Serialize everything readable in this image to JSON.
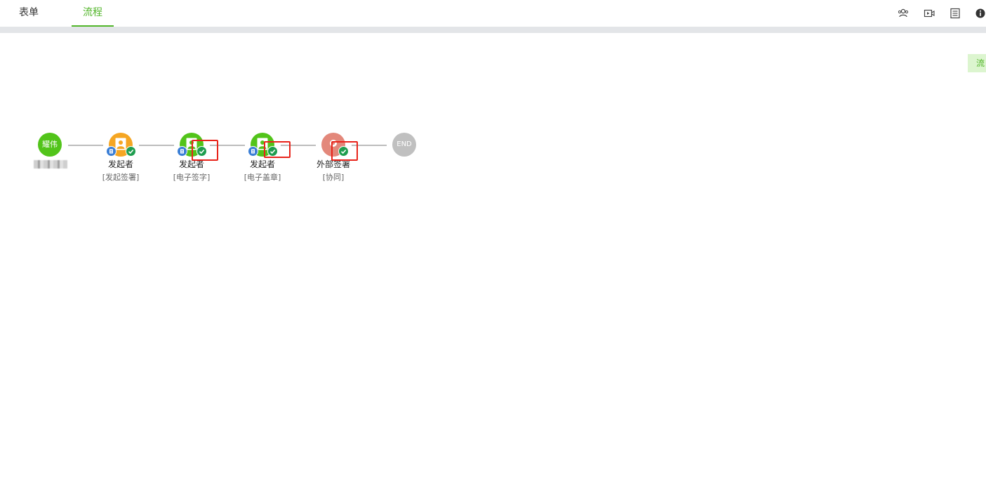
{
  "tabs": [
    {
      "label": "表单",
      "active": false
    },
    {
      "label": "流程",
      "active": true
    }
  ],
  "toolbar_icons": [
    "users-icon",
    "video-icon",
    "document-list-icon",
    "info-icon"
  ],
  "side_tag": {
    "label": "流"
  },
  "flow": {
    "start_node": {
      "label": "耀伟"
    },
    "nodes": [
      {
        "label": "发起者",
        "sublabel": "[发起签署]",
        "color": "#f5a623",
        "status_icons": [
          "document-icon",
          "check-icon"
        ]
      },
      {
        "label": "发起者",
        "sublabel": "[电子签字]",
        "color": "#52c41a",
        "status_icons": [
          "document-icon",
          "check-icon"
        ]
      },
      {
        "label": "发起者",
        "sublabel": "[电子盖章]",
        "color": "#52c41a",
        "status_icons": [
          "document-icon",
          "check-icon"
        ]
      },
      {
        "label": "外部签署",
        "sublabel": "[协同]",
        "color": "#e3887b",
        "status_icons": [
          "check-icon"
        ]
      }
    ],
    "end_node": {
      "label": "END"
    }
  },
  "colors": {
    "accent": "#52b52a",
    "connector": "#bdbdbd",
    "highlight": "#e8231a"
  }
}
